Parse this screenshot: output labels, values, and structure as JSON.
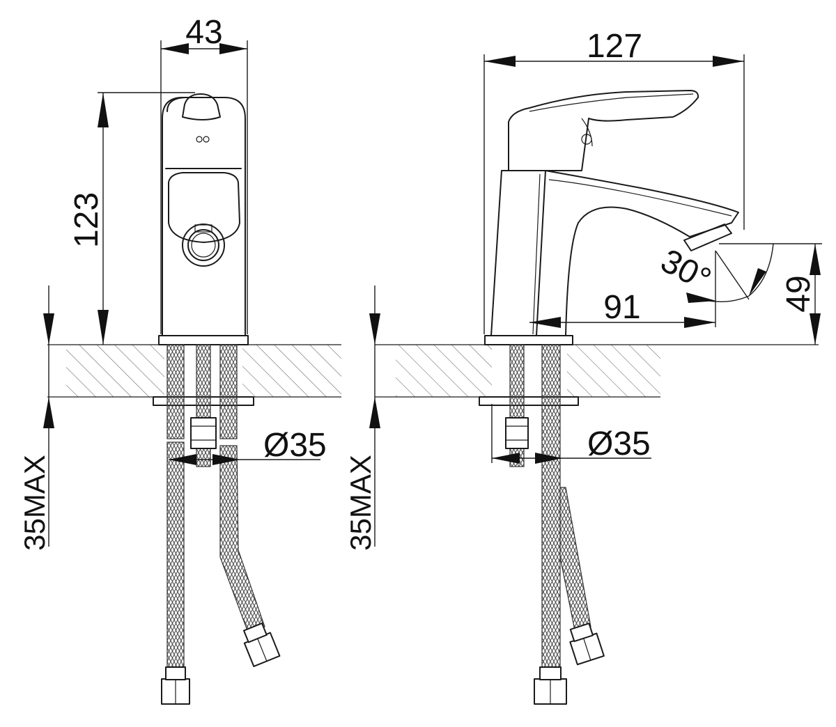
{
  "front_view": {
    "width_label": "43",
    "height_label": "123",
    "diameter_label": "Ø35",
    "thickness_label": "35MAX"
  },
  "side_view": {
    "length_label": "127",
    "reach_label": "91",
    "spout_height_label": "49",
    "angle_label": "30°",
    "diameter_label": "Ø35",
    "thickness_label": "35MAX"
  }
}
